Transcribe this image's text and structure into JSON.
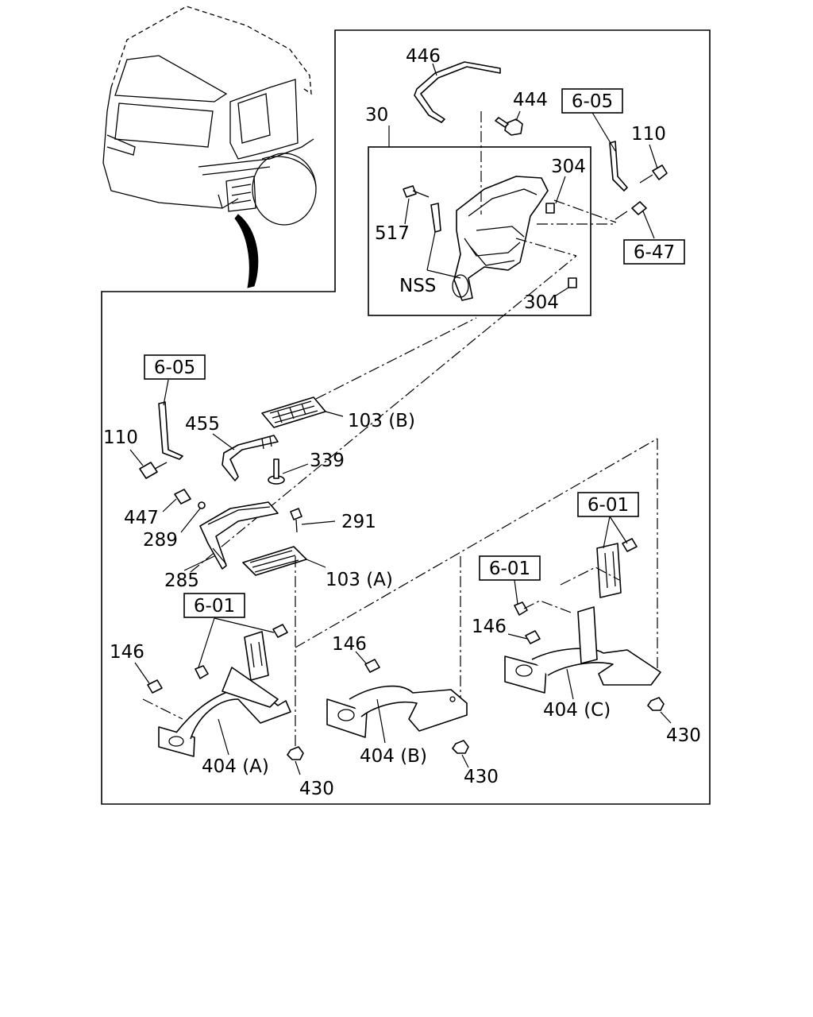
{
  "labels": {
    "l446": "446",
    "l444": "444",
    "l30": "30",
    "l605a": "6-05",
    "l110a": "110",
    "l304a": "304",
    "l517": "517",
    "l647": "6-47",
    "lnss": "NSS",
    "l304b": "304",
    "l605b": "6-05",
    "l103b": "103 (B)",
    "l110b": "110",
    "l455": "455",
    "l339": "339",
    "l447": "447",
    "l291": "291",
    "l289": "289",
    "l601a": "6-01",
    "l285": "285",
    "l103a": "103 (A)",
    "l601b": "6-01",
    "l601c": "6-01",
    "l146a": "146",
    "l146b": "146",
    "l146c": "146",
    "l404c": "404 (C)",
    "l430c": "430",
    "l404a": "404 (A)",
    "l404b": "404 (B)",
    "l430a": "430",
    "l430b": "430"
  }
}
